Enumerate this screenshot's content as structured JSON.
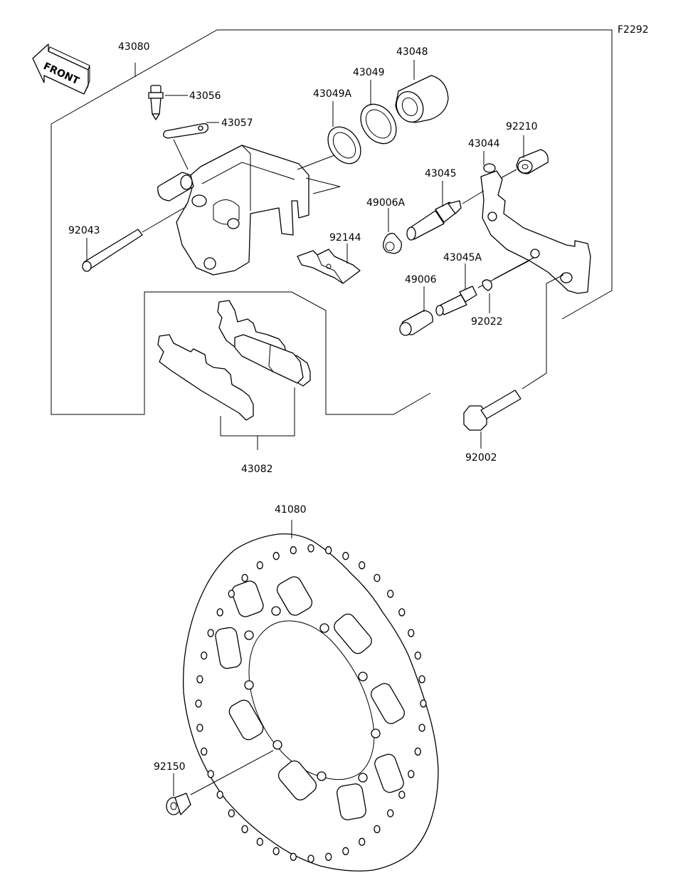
{
  "figure_code": "F2292",
  "front_label": "FRONT",
  "parts": [
    {
      "id": "p43080",
      "number": "43080"
    },
    {
      "id": "p43056",
      "number": "43056"
    },
    {
      "id": "p43057",
      "number": "43057"
    },
    {
      "id": "p92043",
      "number": "92043"
    },
    {
      "id": "p43049A",
      "number": "43049A"
    },
    {
      "id": "p43049",
      "number": "43049"
    },
    {
      "id": "p43048",
      "number": "43048"
    },
    {
      "id": "p92210",
      "number": "92210"
    },
    {
      "id": "p43044",
      "number": "43044"
    },
    {
      "id": "p43045",
      "number": "43045"
    },
    {
      "id": "p49006A",
      "number": "49006A"
    },
    {
      "id": "p92144",
      "number": "92144"
    },
    {
      "id": "p43045A",
      "number": "43045A"
    },
    {
      "id": "p49006",
      "number": "49006"
    },
    {
      "id": "p92022",
      "number": "92022"
    },
    {
      "id": "p92002",
      "number": "92002"
    },
    {
      "id": "p43082",
      "number": "43082"
    },
    {
      "id": "p41080",
      "number": "41080"
    },
    {
      "id": "p92150",
      "number": "92150"
    }
  ]
}
